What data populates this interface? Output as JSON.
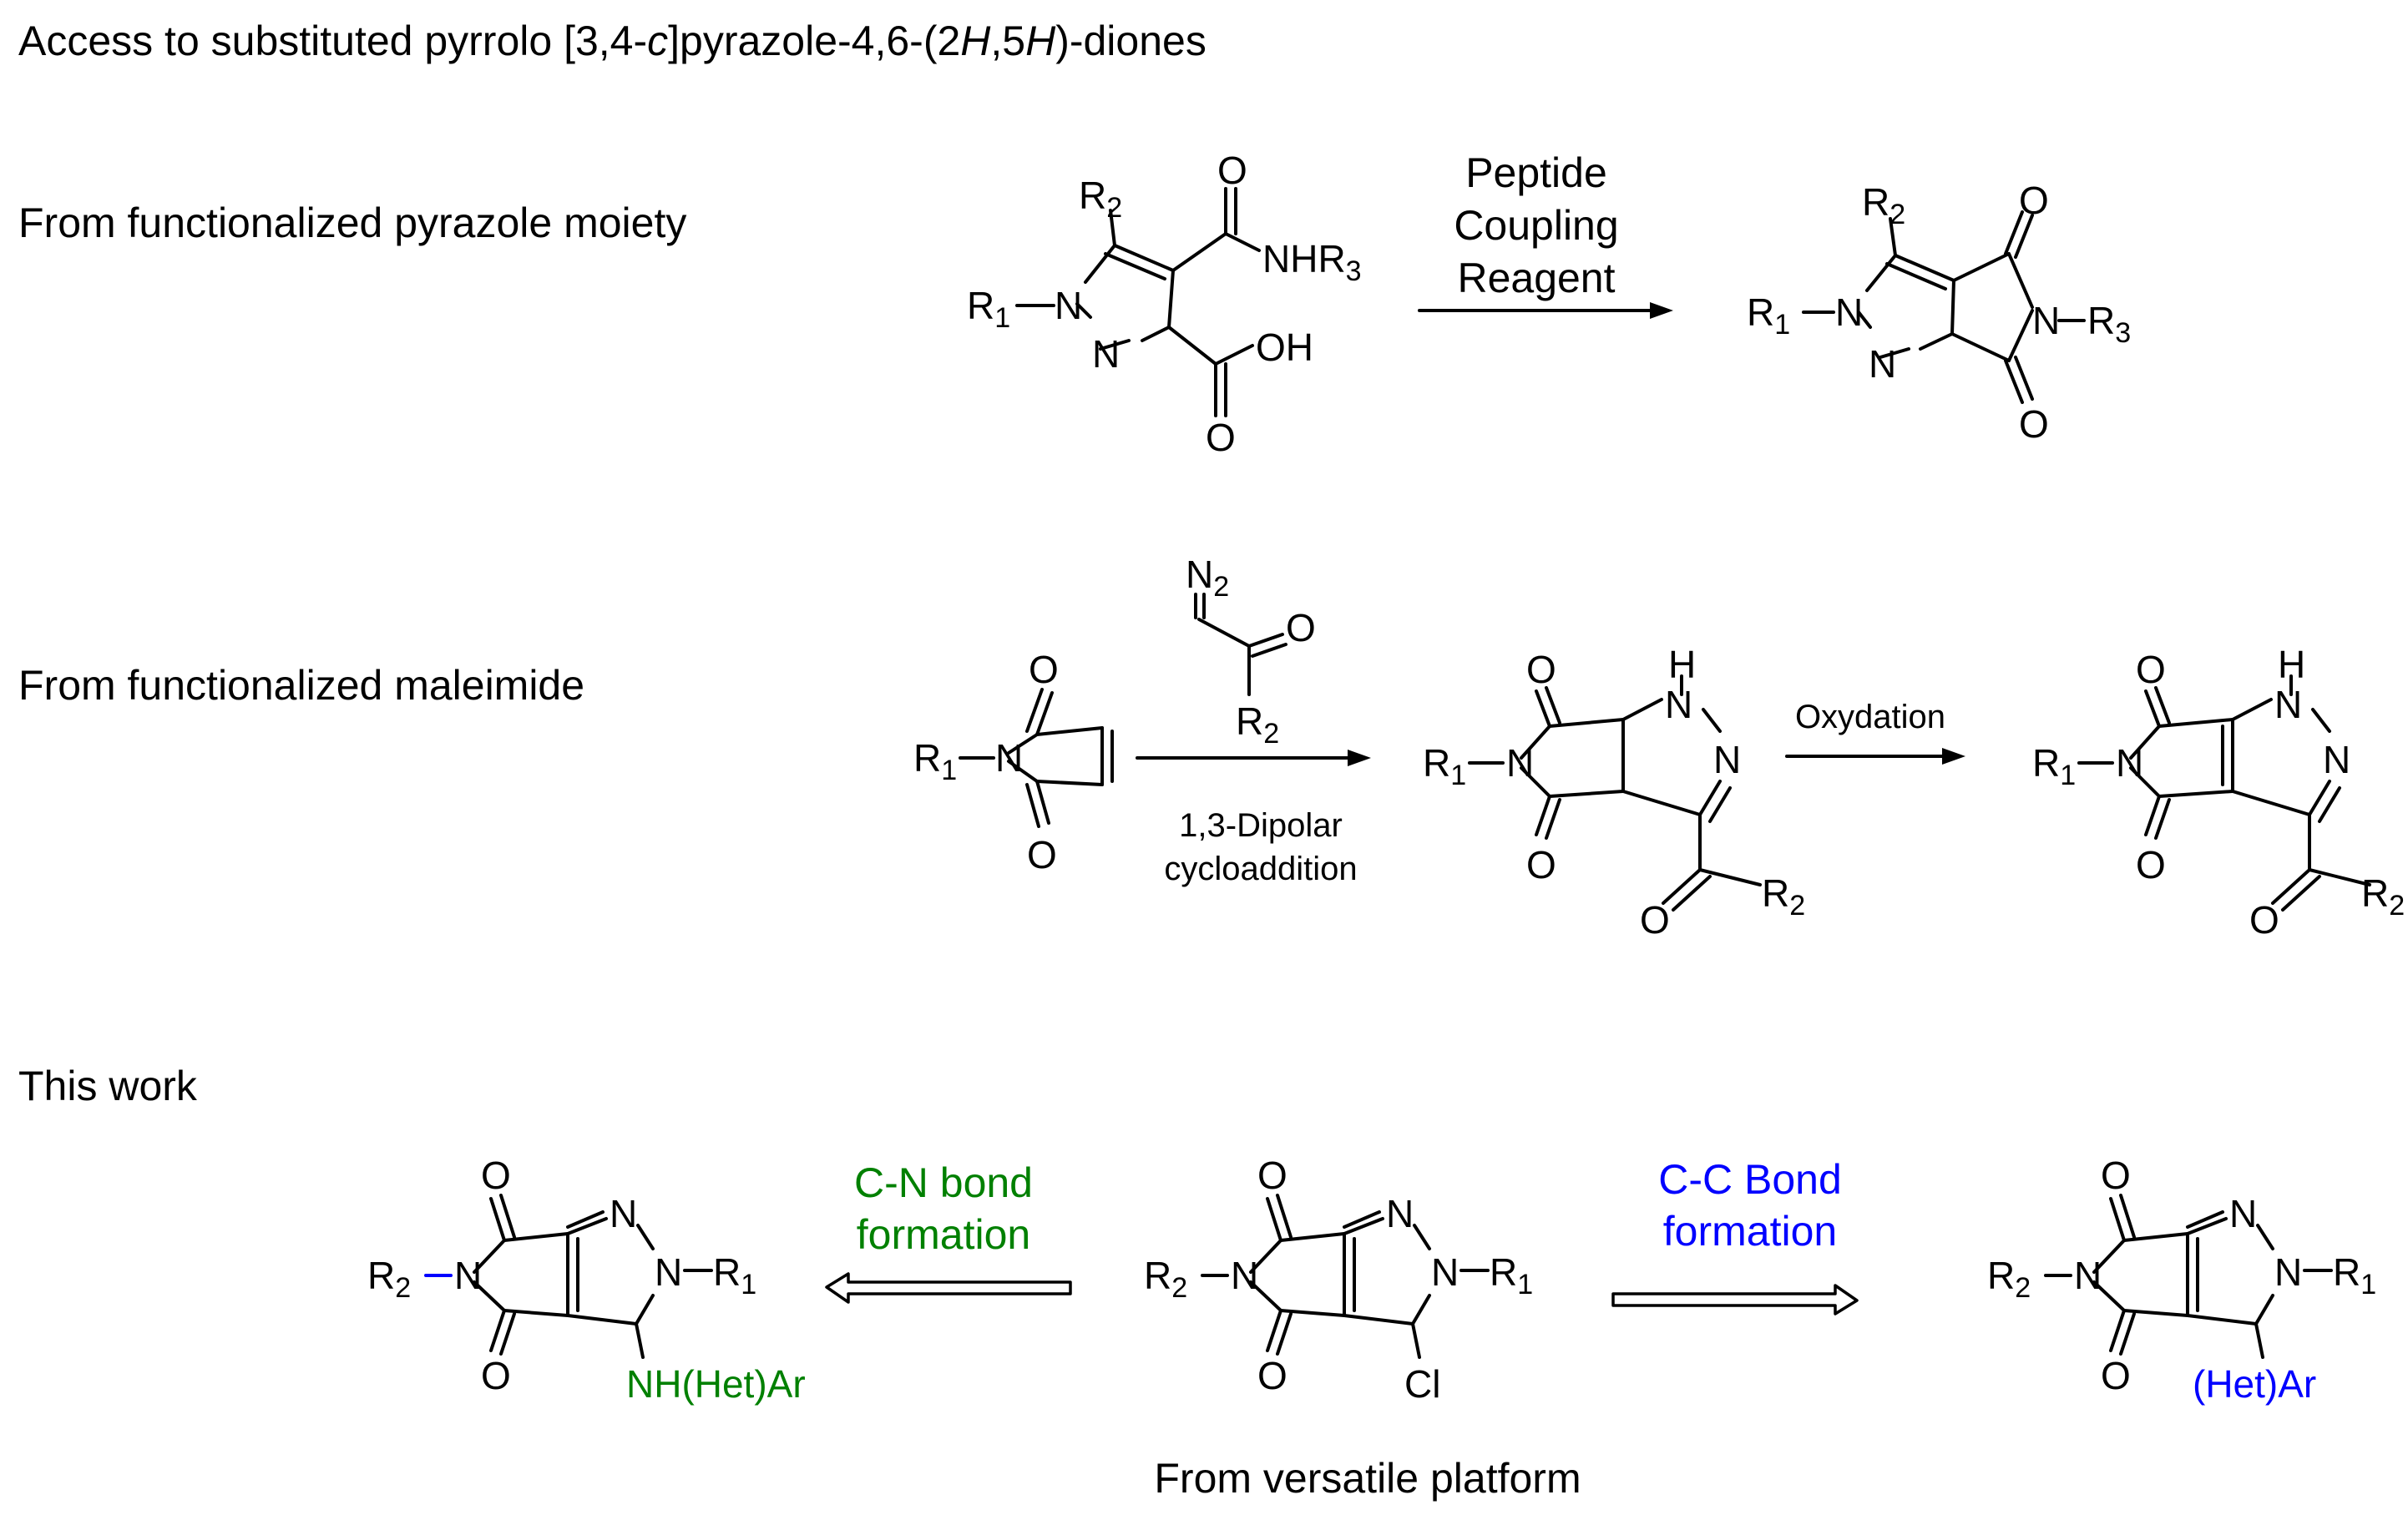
{
  "title_prefix": "Access to substituted pyrrolo [3,4-",
  "title_c": "c",
  "title_mid1": "]pyrazole-4,6-(2",
  "title_h1": "H",
  "title_mid2": ",5",
  "title_h2": "H",
  "title_end": ")-diones",
  "section1_label": "From functionalized pyrazole moiety",
  "section2_label": "From functionalized maleimide",
  "section3_label": "This work",
  "platform_caption": "From versatile platform",
  "reagent1": [
    "Peptide",
    "Coupling",
    "Reagent"
  ],
  "oxidation_label": "Oxydation",
  "cycloaddition_label": [
    "1,3-Dipolar",
    "cycloaddition"
  ],
  "cn_label": [
    "C-N bond",
    "formation"
  ],
  "cc_label": [
    "C-C Bond",
    "formation"
  ],
  "colors": {
    "cn": "#008000",
    "cc": "#0000ff",
    "ink": "#000000"
  },
  "atoms": {
    "R": "R",
    "N": "N",
    "O": "O",
    "H": "H",
    "Cl": "Cl",
    "NH": "NH",
    "NHR": "NHR",
    "OH": "OH",
    "one": "1",
    "two": "2",
    "three": "3",
    "nh_het_ar": "NH(Het)Ar",
    "het_ar": "(Het)Ar"
  }
}
